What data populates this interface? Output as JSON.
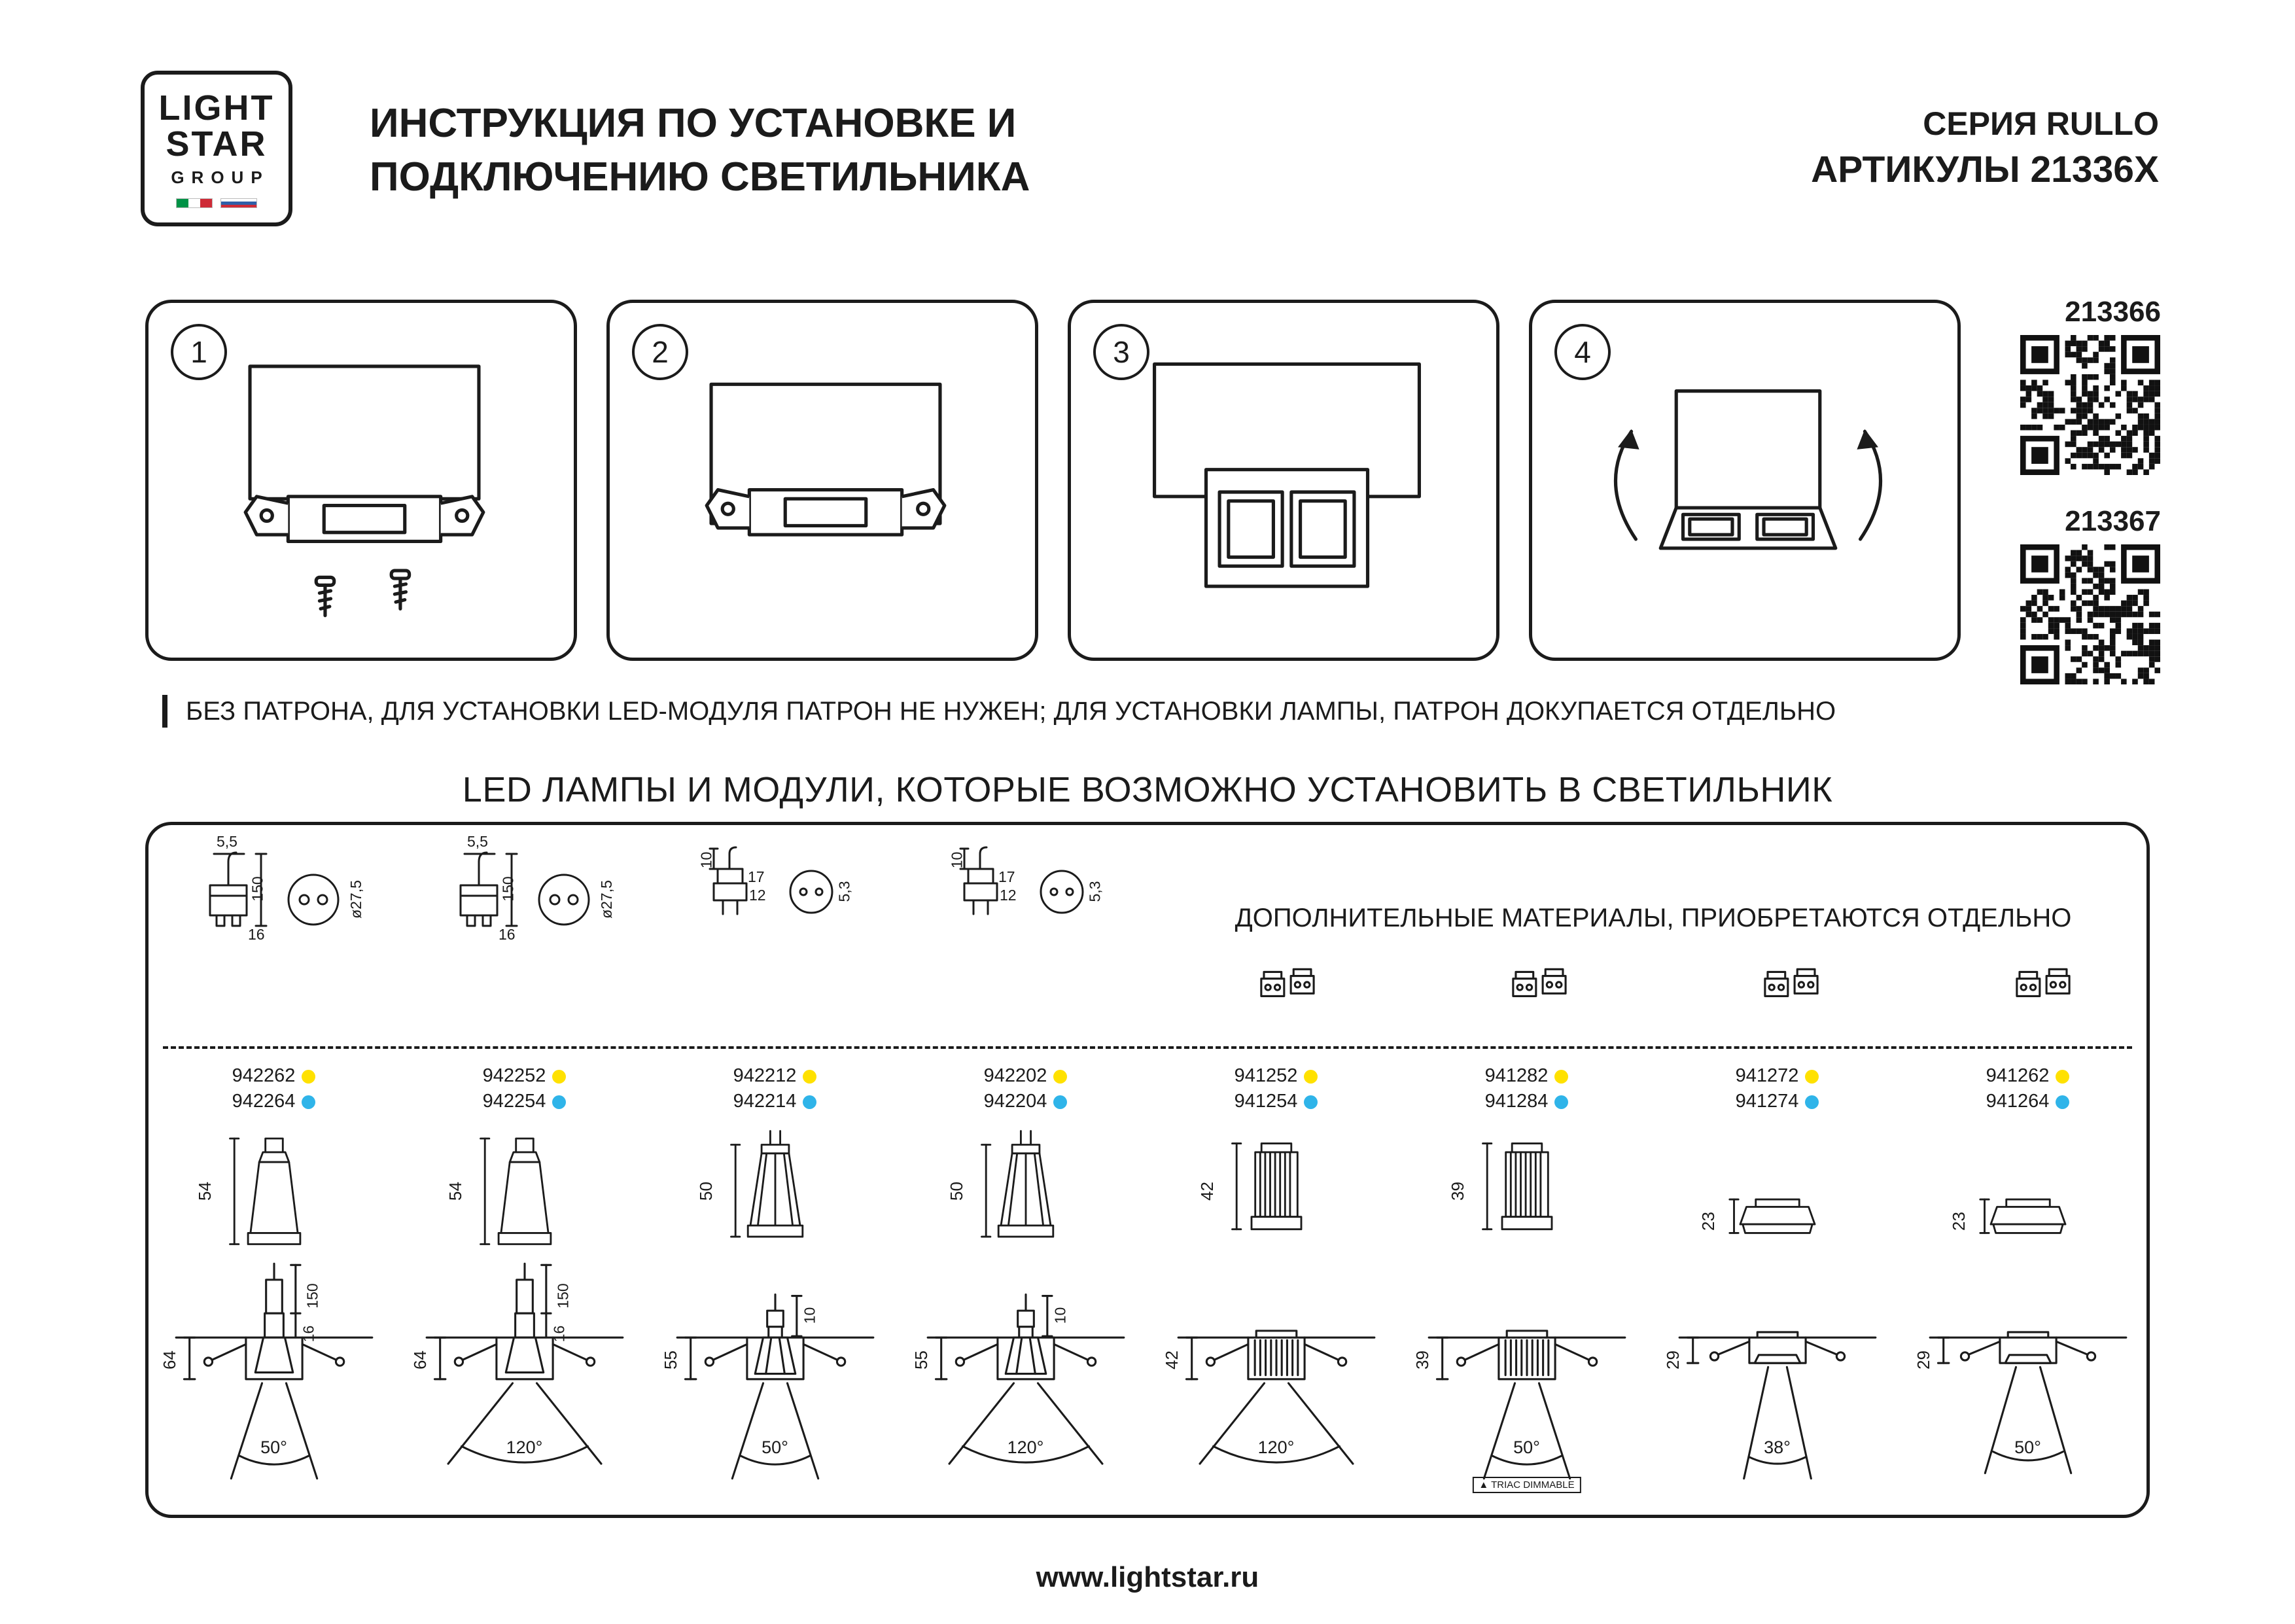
{
  "header": {
    "logo": {
      "line1": "LIGHT",
      "line2": "STAR",
      "line3": "GROUP"
    },
    "title_line1": "ИНСТРУКЦИЯ ПО УСТАНОВКЕ И",
    "title_line2": "ПОДКЛЮЧЕНИЮ СВЕТИЛЬНИКА",
    "series": "СЕРИЯ RULLO",
    "articles_title": "АРТИКУЛЫ 21336X"
  },
  "steps": [
    {
      "number": "1"
    },
    {
      "number": "2"
    },
    {
      "number": "3"
    },
    {
      "number": "4"
    }
  ],
  "qr": [
    {
      "label": "213366"
    },
    {
      "label": "213367"
    }
  ],
  "note": "БЕЗ ПАТРОНА, ДЛЯ УСТАНОВКИ LED-МОДУЛЯ ПАТРОН НЕ НУЖЕН; ДЛЯ УСТАНОВКИ ЛАМПЫ, ПАТРОН ДОКУПАЕТСЯ ОТДЕЛЬНО",
  "section_title": "LED ЛАМПЫ И МОДУЛИ, КОТОРЫЕ ВОЗМОЖНО УСТАНОВИТЬ В СВЕТИЛЬНИК",
  "panel": {
    "additional_title": "ДОПОЛНИТЕЛЬНЫЕ МАТЕРИАЛЫ, ПРИОБРЕТАЮТСЯ ОТДЕЛЬНО",
    "materials": [
      {
        "type": "gu10-socket",
        "dims": {
          "a": "5,5",
          "b": "150",
          "c": "16",
          "d": "ø27,5"
        }
      },
      {
        "type": "gu10-socket",
        "dims": {
          "a": "5,5",
          "b": "150",
          "c": "16",
          "d": "ø27,5"
        }
      },
      {
        "type": "mr16-socket",
        "dims": {
          "a": "10",
          "b": "17",
          "c": "12",
          "d": "5,3"
        }
      },
      {
        "type": "mr16-socket",
        "dims": {
          "a": "10",
          "b": "17",
          "c": "12",
          "d": "5,3"
        }
      }
    ]
  },
  "columns": [
    {
      "articles": [
        {
          "code": "942262",
          "dot": "yellow"
        },
        {
          "code": "942264",
          "dot": "blue"
        }
      ],
      "lamp_height": "54",
      "install_height": "64",
      "beam_angle": "50°",
      "stem_dims": [
        "150",
        "16"
      ]
    },
    {
      "articles": [
        {
          "code": "942252",
          "dot": "yellow"
        },
        {
          "code": "942254",
          "dot": "blue"
        }
      ],
      "lamp_height": "54",
      "install_height": "64",
      "beam_angle": "120°",
      "stem_dims": [
        "150",
        "16"
      ]
    },
    {
      "articles": [
        {
          "code": "942212",
          "dot": "yellow"
        },
        {
          "code": "942214",
          "dot": "blue"
        }
      ],
      "lamp_height": "50",
      "install_height": "55",
      "beam_angle": "50°",
      "stem_dims": [
        "10"
      ]
    },
    {
      "articles": [
        {
          "code": "942202",
          "dot": "yellow"
        },
        {
          "code": "942204",
          "dot": "blue"
        }
      ],
      "lamp_height": "50",
      "install_height": "55",
      "beam_angle": "120°",
      "stem_dims": [
        "10"
      ]
    },
    {
      "articles": [
        {
          "code": "941252",
          "dot": "yellow"
        },
        {
          "code": "941254",
          "dot": "blue"
        }
      ],
      "lamp_height": "42",
      "install_height": "42",
      "beam_angle": "120°"
    },
    {
      "articles": [
        {
          "code": "941282",
          "dot": "yellow"
        },
        {
          "code": "941284",
          "dot": "blue"
        }
      ],
      "lamp_height": "39",
      "install_height": "39",
      "beam_angle": "50°",
      "note": "TRIAC DIMMABLE"
    },
    {
      "articles": [
        {
          "code": "941272",
          "dot": "yellow"
        },
        {
          "code": "941274",
          "dot": "blue"
        }
      ],
      "lamp_height": "23",
      "install_height": "29",
      "beam_angle": "38°"
    },
    {
      "articles": [
        {
          "code": "941262",
          "dot": "yellow"
        },
        {
          "code": "941264",
          "dot": "blue"
        }
      ],
      "lamp_height": "23",
      "install_height": "29",
      "beam_angle": "50°"
    }
  ],
  "footer": {
    "website": "www.lightstar.ru"
  },
  "colors": {
    "yellow": "#ffe100",
    "blue": "#2fb4e9",
    "ink": "#1b1b1b"
  }
}
